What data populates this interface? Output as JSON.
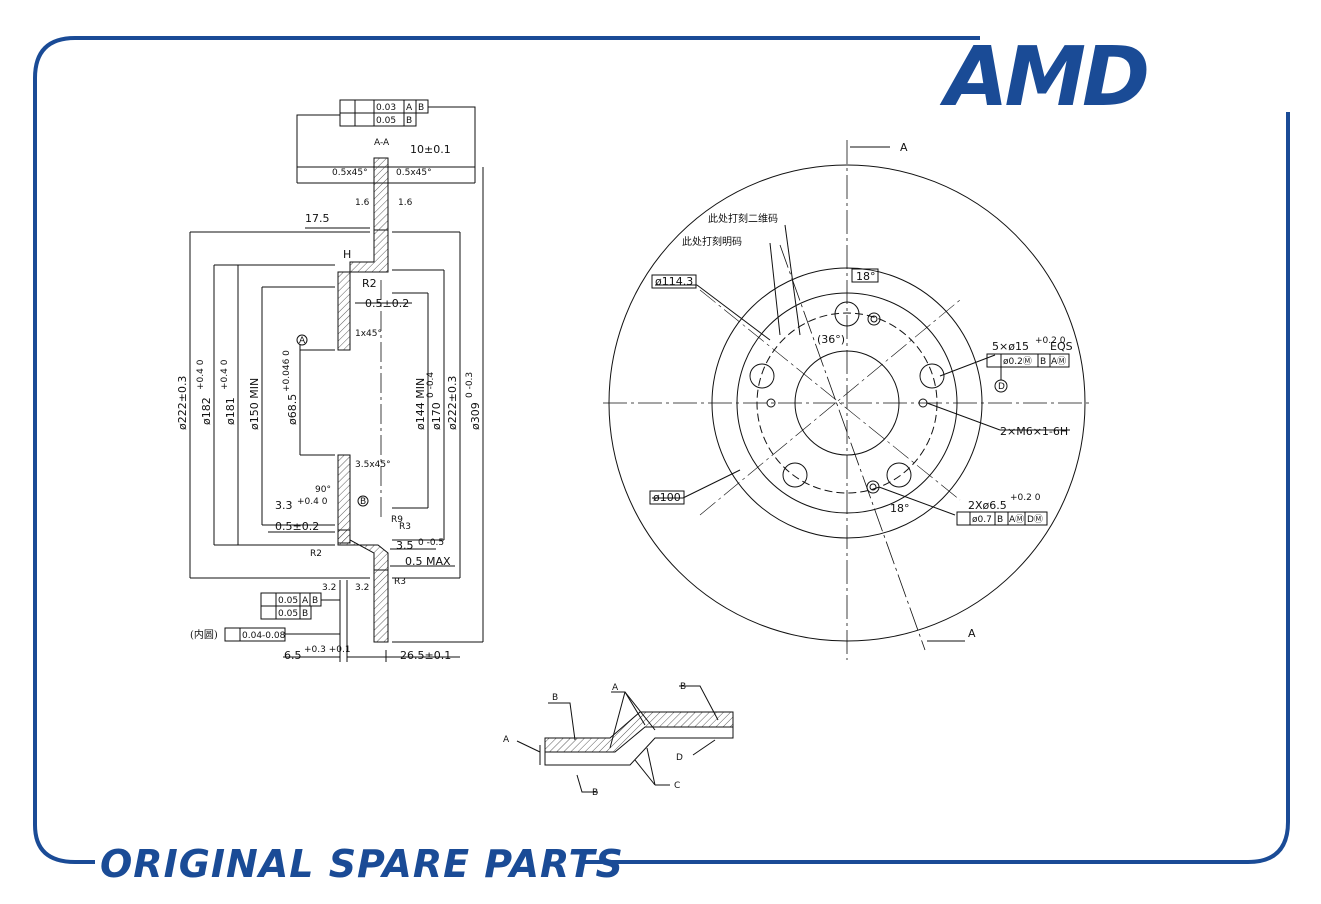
{
  "brand": {
    "logo_text": "AMD",
    "footer_text": "ORIGINAL SPARE PARTS",
    "color": "#1a4b96"
  },
  "drawing": {
    "section_title": "A-A",
    "section_marker": "A",
    "left_labels": {
      "gdt_top_1": [
        "0.03",
        "A",
        "B"
      ],
      "gdt_top_2": [
        "0.05",
        "B"
      ],
      "thickness": "10±0.1",
      "chamfer_l": "0.5x45°",
      "chamfer_r": "0.5x45°",
      "rough_l": "1.6",
      "rough_r": "1.6",
      "hat_offset": "17.5",
      "h_mark": "H",
      "r2_top": "R2",
      "tol_05": "0.5±0.2",
      "chamfer_1x45": "1x45°",
      "datum_a": "A",
      "d_68": "ø68.5",
      "d_68_tol": "+0.046 0",
      "chamfer_35": "3.5x45°",
      "angle_90": "90°",
      "d_33": "3.3",
      "d_33_tol": "+0.4 0",
      "datum_b": "B",
      "tol_05_b": "0.5±0.2",
      "r9": "R9",
      "r3": "R3",
      "r2_bot": "R2",
      "d_35": "3.5",
      "d_35_tol": "0 -0.5",
      "max_05": "0.5 MAX",
      "r3_b": "R3",
      "rough_b1": "3.2",
      "rough_b2": "3.2",
      "gdt_bot_1": [
        "0.05",
        "A",
        "B"
      ],
      "gdt_bot_2": [
        "0.05",
        "B"
      ],
      "inner_flat_label": "(内圆)",
      "inner_flat_val": "0.04-0.08",
      "d_65": "6.5",
      "d_65_tol": "+0.3 +0.1",
      "d_265": "26.5±0.1",
      "dia_222": "ø222±0.3",
      "dia_182": "ø182",
      "dia_182_tol": "+0.4 0",
      "dia_181": "ø181",
      "dia_181_tol": "+0.4 0",
      "dia_150": "ø150  MIN",
      "dia_144": "ø144  MIN",
      "dia_170": "ø170",
      "dia_170_tol": "0 -0.4",
      "dia_222_r": "ø222±0.3",
      "dia_309": "ø309",
      "dia_309_tol": "0 -0.3"
    },
    "right_labels": {
      "qr_note": "此处打刻二维码",
      "text_note": "此处打刻明码",
      "d_1143": "ø114.3",
      "ang_18_top": "18°",
      "ang_36": "(36°)",
      "holes": "5×ø15",
      "holes_tol": "+0.2 0",
      "holes_eqs": "EQS",
      "holes_gdt": [
        "ø0.2Ⓜ",
        "B",
        "AⓂ"
      ],
      "datum_d": "D",
      "thread": "2×M6×1-6H",
      "d_100": "ø100",
      "ang_18_bot": "18°",
      "pin_holes": "2Xø6.5",
      "pin_holes_tol": "+0.2 0",
      "pin_gdt": [
        "ø0.7",
        "B",
        "AⓂ",
        "DⓂ"
      ],
      "section_a_top": "A",
      "section_a_bot": "A"
    },
    "detail_labels": {
      "a_left": "A",
      "b_top_left": "B",
      "a_top": "A",
      "b_top_right": "B",
      "b_bottom": "B",
      "d": "D",
      "c": "C"
    }
  }
}
